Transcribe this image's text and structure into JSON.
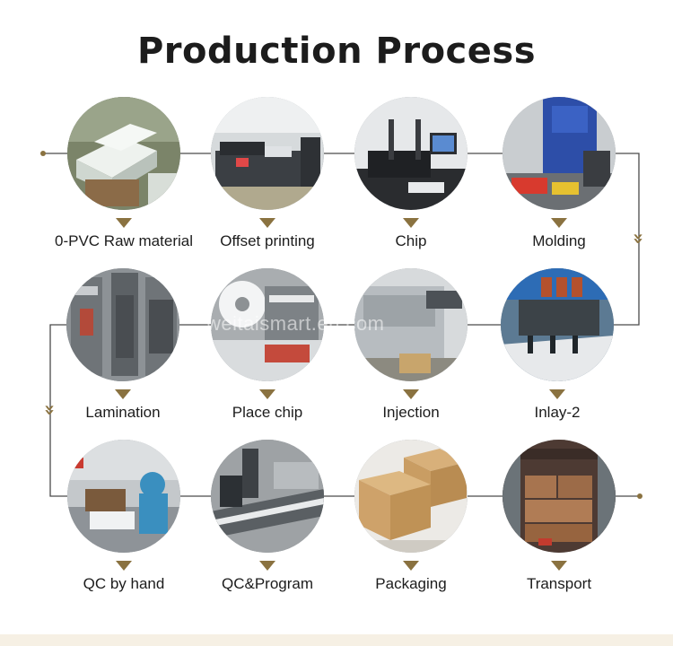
{
  "title": "Production Process",
  "watermark": "weitaismart.en.com",
  "accent_color": "#8a7240",
  "line_color": "#4a4a4a",
  "steps": [
    {
      "label": "0-PVC Raw material",
      "icon": "pvc-raw-material-photo"
    },
    {
      "label": "Offset printing",
      "icon": "offset-printing-photo"
    },
    {
      "label": "Chip",
      "icon": "chip-photo"
    },
    {
      "label": "Molding",
      "icon": "molding-photo"
    },
    {
      "label": "Lamination",
      "icon": "lamination-photo"
    },
    {
      "label": "Place chip",
      "icon": "place-chip-photo"
    },
    {
      "label": "Injection",
      "icon": "injection-photo"
    },
    {
      "label": "Inlay-2",
      "icon": "inlay-photo"
    },
    {
      "label": "QC by hand",
      "icon": "qc-by-hand-photo"
    },
    {
      "label": "QC&Program",
      "icon": "qc-program-photo"
    },
    {
      "label": "Packaging",
      "icon": "packaging-photo"
    },
    {
      "label": "Transport",
      "icon": "transport-photo"
    }
  ]
}
